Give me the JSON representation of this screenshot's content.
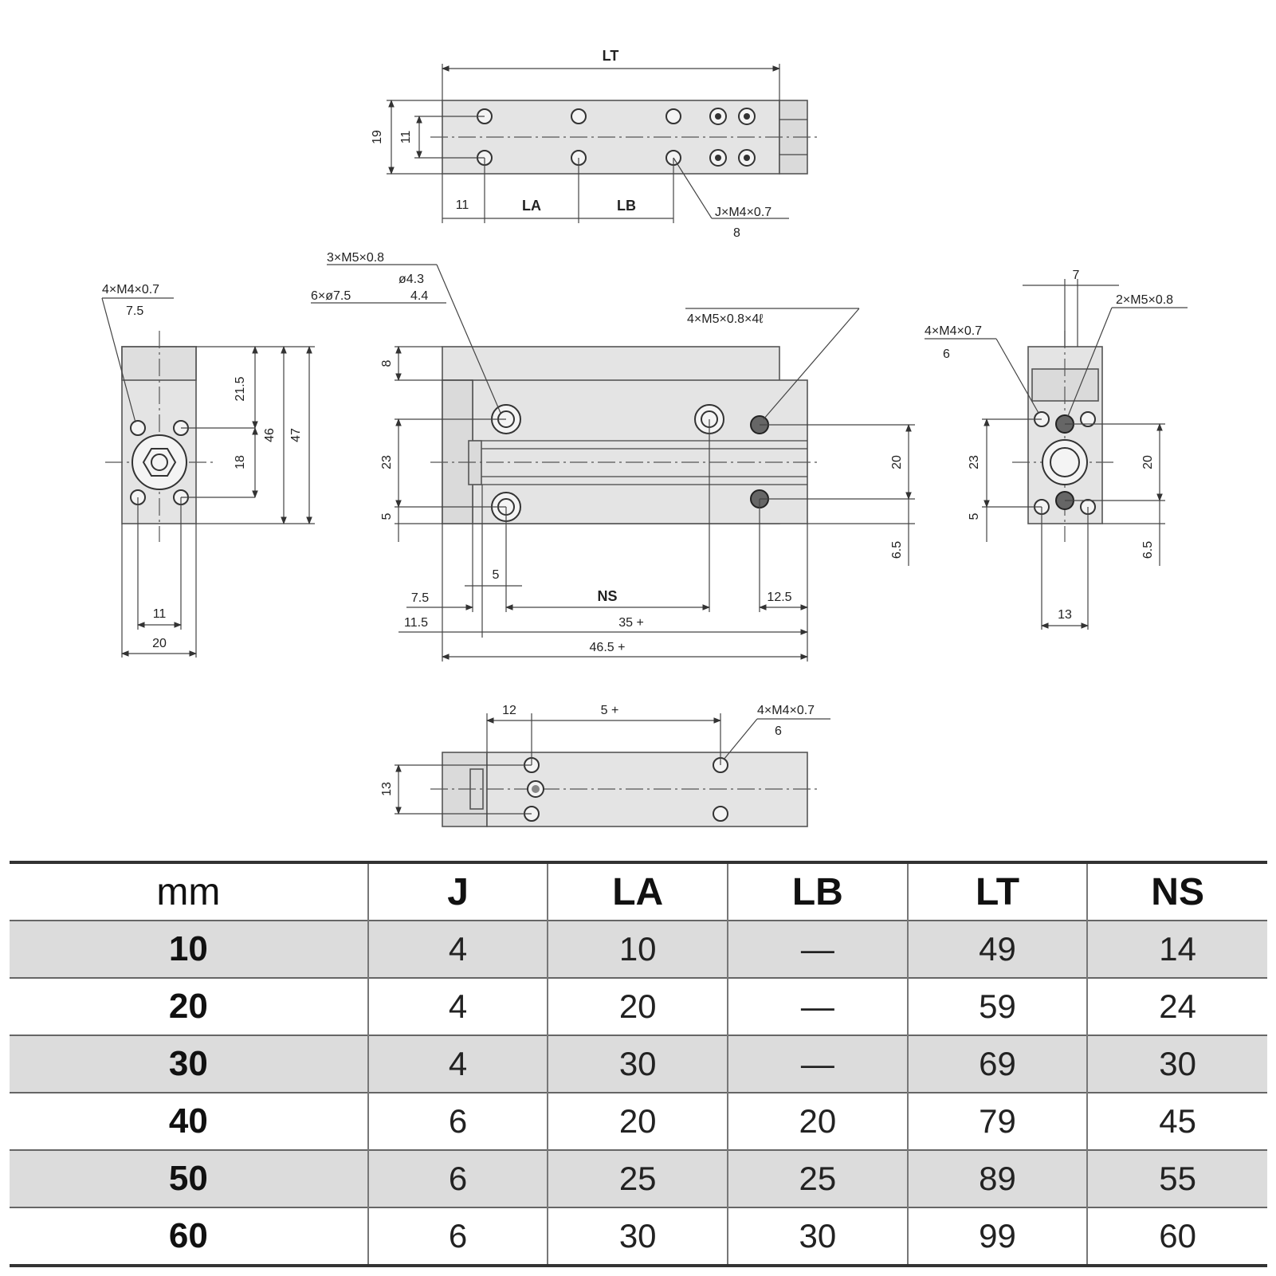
{
  "labels": {
    "top": {
      "lt": "LT",
      "h19": "19",
      "h11": "11",
      "d11": "11",
      "la": "LA",
      "lb": "LB",
      "callout": "J×M4×0.7",
      "depth": "8"
    },
    "left": {
      "callout": "4×M4×0.7",
      "depth": "7.5",
      "d215": "21.5",
      "d18": "18",
      "d46": "46",
      "d47": "47",
      "d11": "11",
      "d20": "20"
    },
    "front": {
      "c1a": "3×M5×0.8",
      "c1b": "ø4.3",
      "c1c": "6×ø7.5",
      "c1d": "4.4",
      "c2": "4×M5×0.8×4ℓ",
      "d8": "8",
      "d23": "23",
      "d5": "5",
      "d20": "20",
      "d65": "6.5",
      "d75": "7.5",
      "d115": "11.5",
      "d5b": "5",
      "ns": "NS",
      "d125": "12.5",
      "d35": "35 + ",
      "d465": "46.5 + "
    },
    "right": {
      "d7": "7",
      "c1": "2×M5×0.8",
      "c2a": "4×M4×0.7",
      "c2b": "6",
      "d23": "23",
      "d5": "5",
      "d20": "20",
      "d65": "6.5",
      "d13": "13"
    },
    "bottom": {
      "d12": "12",
      "d5p": "5 + ",
      "callout": "4×M4×0.7",
      "depth": "6",
      "d13": "13"
    }
  },
  "table": {
    "headers": [
      "mm",
      "J",
      "LA",
      "LB",
      "LT",
      "NS"
    ],
    "rows": [
      [
        "10",
        "4",
        "10",
        "—",
        "49",
        "14"
      ],
      [
        "20",
        "4",
        "20",
        "—",
        "59",
        "24"
      ],
      [
        "30",
        "4",
        "30",
        "—",
        "69",
        "30"
      ],
      [
        "40",
        "6",
        "20",
        "20",
        "79",
        "45"
      ],
      [
        "50",
        "6",
        "25",
        "25",
        "89",
        "55"
      ],
      [
        "60",
        "6",
        "30",
        "30",
        "99",
        "60"
      ]
    ]
  }
}
